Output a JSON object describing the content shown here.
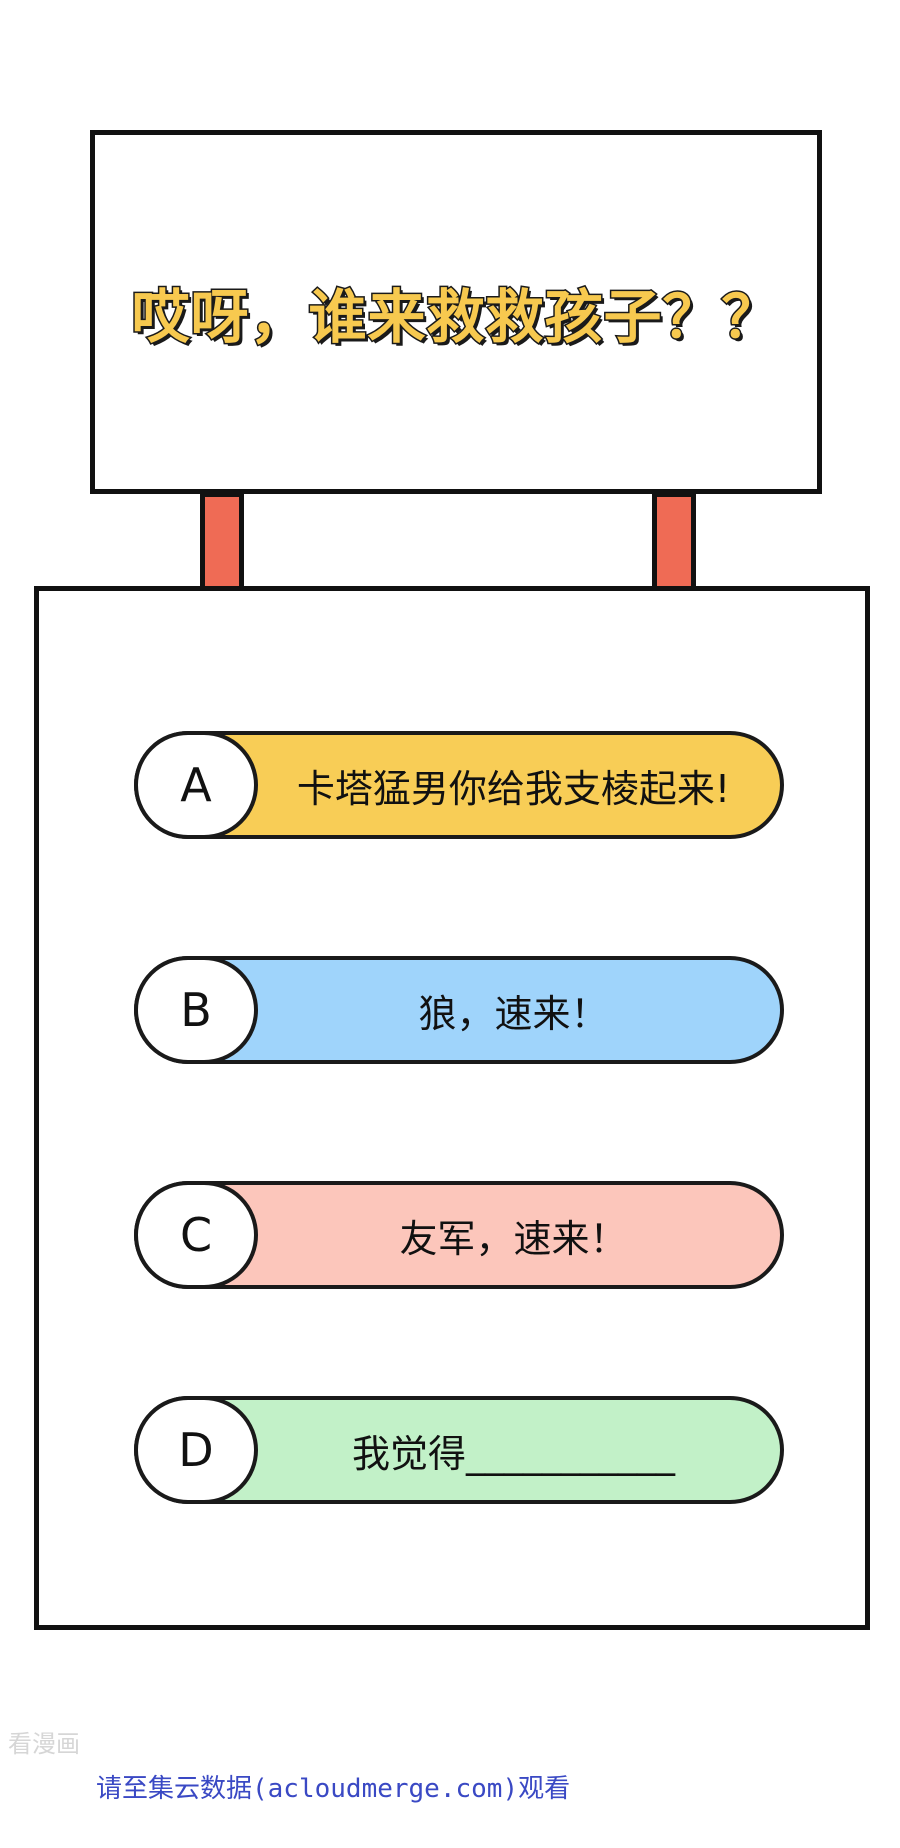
{
  "sign": {
    "title": "哎呀，谁来救救孩子？？"
  },
  "options": [
    {
      "letter": "A",
      "text": "卡塔猛男你给我支棱起来!",
      "color": "#f8cd56"
    },
    {
      "letter": "B",
      "text": "狼，速来！",
      "color": "#9fd4fb"
    },
    {
      "letter": "C",
      "text": "友军，速来！",
      "color": "#fcc6bb"
    },
    {
      "letter": "D",
      "text": "我觉得___________",
      "color": "#c2f1c8"
    }
  ],
  "colors": {
    "outline": "#111111",
    "post": "#ef6b55",
    "title_fill": "#f7c94f",
    "footer_link": "#3a49c4"
  },
  "watermark": "看漫画",
  "footer": "请至集云数据(acloudmerge.com)观看"
}
